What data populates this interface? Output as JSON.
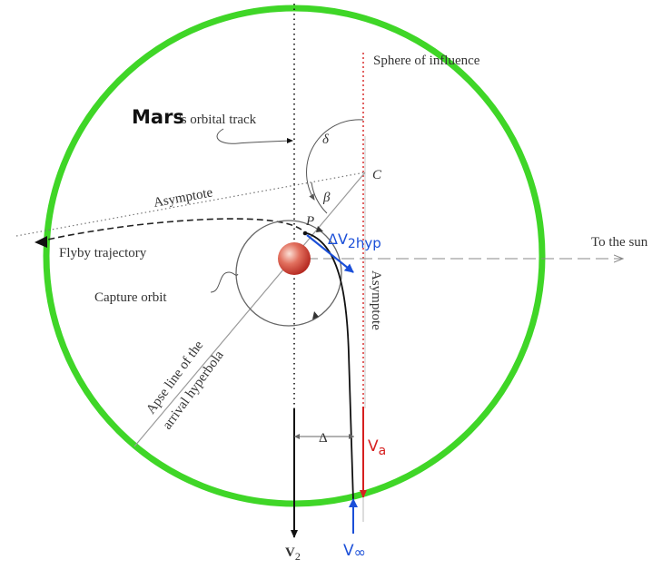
{
  "labels": {
    "sphere_of_influence": "Sphere of influence",
    "mars": "Mars",
    "orbital_track": "'s orbital track",
    "delta": "δ",
    "point_c": "C",
    "asymptote_upper": "Asymptote",
    "beta": "β",
    "point_p": "P",
    "delta_v2_hyp_main": "ΔV",
    "delta_v2_hyp_sub": "2",
    "delta_v2_hyp_tail": "hyp",
    "to_the_sun": "To the sun",
    "flyby_trajectory": "Flyby trajectory",
    "capture_orbit": "Capture orbit",
    "asymptote_vertical": "Asymptote",
    "apse_line_1": "Apse line of the",
    "apse_line_2": "arrival hyperbola",
    "aiming_offset": "Δ",
    "v_a": "V",
    "v_a_sub": "a",
    "v2": "V",
    "v2_sub": "2",
    "v_inf": "V",
    "v_inf_sym": "∞"
  },
  "colors": {
    "sphere": "#3fd627",
    "planet": "#d44a3a",
    "v_a_arrow": "#d62020",
    "annotations_blue": "#1b4fd8",
    "construction": "#9a9a9a",
    "ink": "#111111"
  }
}
